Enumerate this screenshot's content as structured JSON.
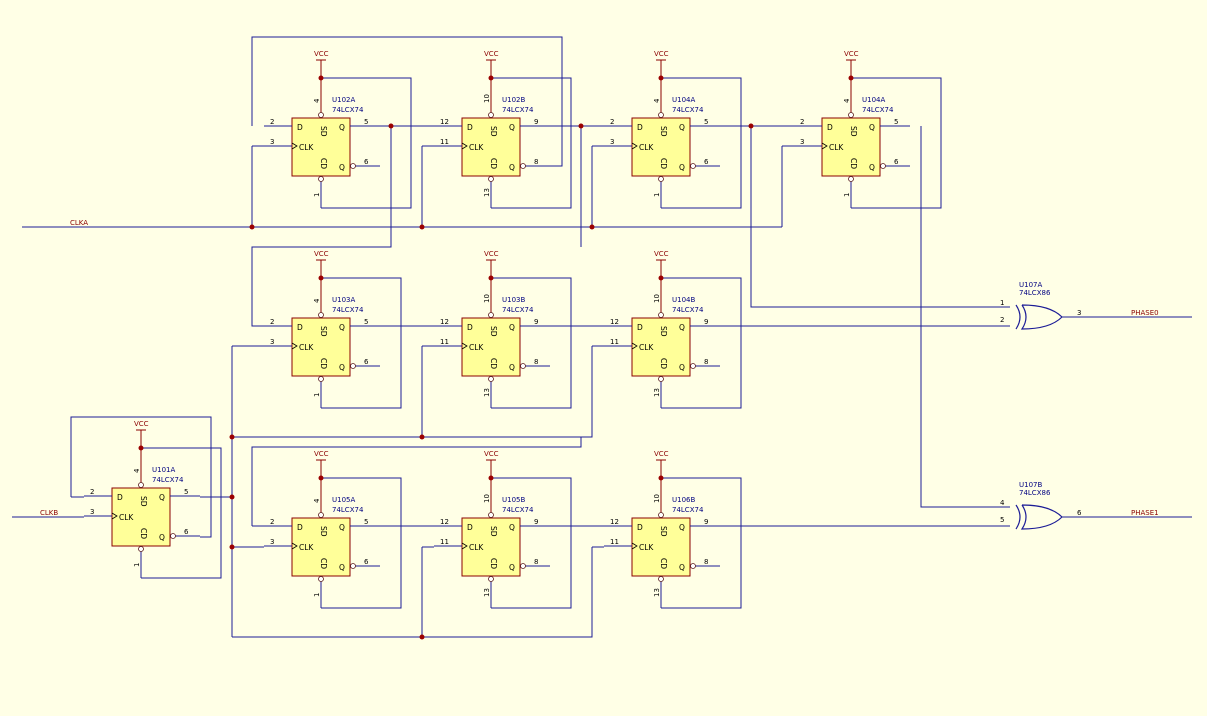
{
  "colors": {
    "background": "#ffffe6",
    "wire": "#1c1c96",
    "chip_fill": "#ffff99",
    "chip_border": "#8b0000",
    "junction": "#9b0000"
  },
  "labels": {
    "D": "D",
    "SD": "SD",
    "CD": "CD",
    "Q": "Q",
    "CLK": "CLK",
    "VCC": "VCC"
  },
  "nets": {
    "clka": "CLKA",
    "clkb": "CLKB",
    "phase0": "PHASE0",
    "phase1": "PHASE1"
  },
  "flipflops": [
    {
      "id": "U102A",
      "part": "74LCX74",
      "pins": [
        "2",
        "3",
        "5",
        "6",
        "4",
        "1"
      ]
    },
    {
      "id": "U102B",
      "part": "74LCX74",
      "pins": [
        "12",
        "11",
        "9",
        "8",
        "10",
        "13"
      ]
    },
    {
      "id": "U104A",
      "part": "74LCX74",
      "pins": [
        "2",
        "3",
        "5",
        "6",
        "4",
        "1"
      ]
    },
    {
      "id": "U104A",
      "part": "74LCX74",
      "pins": [
        "2",
        "3",
        "5",
        "6",
        "4",
        "1"
      ]
    },
    {
      "id": "U103A",
      "part": "74LCX74",
      "pins": [
        "2",
        "3",
        "5",
        "6",
        "4",
        "1"
      ]
    },
    {
      "id": "U103B",
      "part": "74LCX74",
      "pins": [
        "12",
        "11",
        "9",
        "8",
        "10",
        "13"
      ]
    },
    {
      "id": "U104B",
      "part": "74LCX74",
      "pins": [
        "12",
        "11",
        "9",
        "8",
        "10",
        "13"
      ]
    },
    {
      "id": "U101A",
      "part": "74LCX74",
      "pins": [
        "2",
        "3",
        "5",
        "6",
        "4",
        "1"
      ]
    },
    {
      "id": "U105A",
      "part": "74LCX74",
      "pins": [
        "2",
        "3",
        "5",
        "6",
        "4",
        "1"
      ]
    },
    {
      "id": "U105B",
      "part": "74LCX74",
      "pins": [
        "12",
        "11",
        "9",
        "8",
        "10",
        "13"
      ]
    },
    {
      "id": "U106B",
      "part": "74LCX74",
      "pins": [
        "12",
        "11",
        "9",
        "8",
        "10",
        "13"
      ]
    }
  ],
  "gates": [
    {
      "id": "U107A",
      "part": "74LCX86",
      "pins": [
        "1",
        "2",
        "3"
      ]
    },
    {
      "id": "U107B",
      "part": "74LCX86",
      "pins": [
        "4",
        "5",
        "6"
      ]
    }
  ]
}
